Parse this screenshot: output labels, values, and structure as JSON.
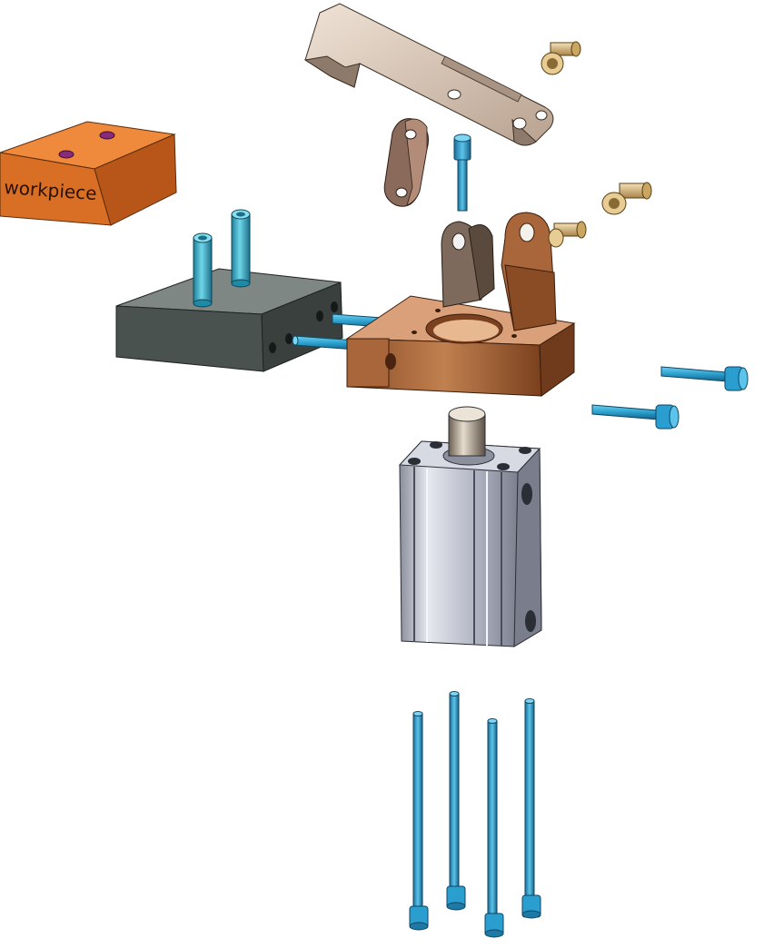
{
  "labels": {
    "workpiece": "workpiece"
  },
  "colors": {
    "workpiece_top": "#ef8a3c",
    "workpiece_front": "#d86f24",
    "workpiece_side": "#b8561a",
    "fixture_block_top": "#7f8784",
    "fixture_block_front": "#4a5250",
    "fixture_block_side": "#3a403e",
    "pin": "#2aa6c4",
    "screw": "#2ba0cf",
    "bronze": "#a8663a",
    "bronze_light": "#d9a079",
    "bronze_dark": "#6f3b1c",
    "lever": "#d9c8b8",
    "lever_dark": "#8e7a6a",
    "link": "#8a6a5a",
    "cylinder": "#c9ccd6",
    "cylinder_dark": "#6e7180",
    "brass": "#d8b77a",
    "hole": "#8a2a7a"
  },
  "parts": [
    "workpiece",
    "locating-pin",
    "fixture-base-block",
    "clamp-lever",
    "connecting-link",
    "pivot-pin",
    "support-bracket",
    "cylinder-mount-plate",
    "pneumatic-cylinder",
    "socket-cap-screw"
  ]
}
